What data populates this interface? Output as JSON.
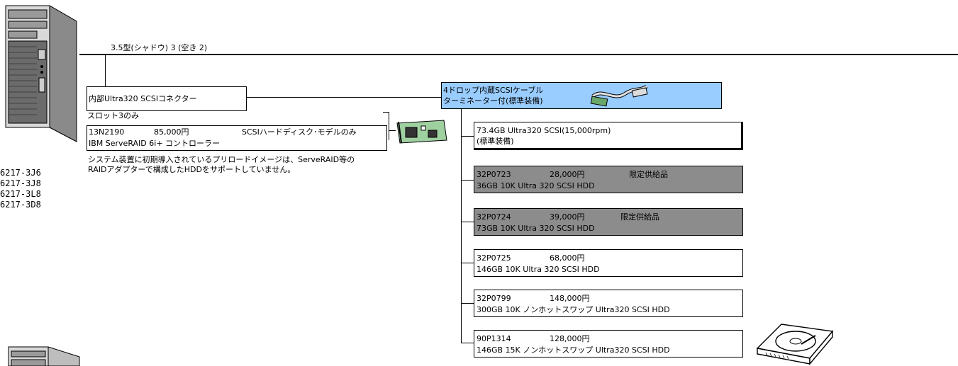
{
  "chassis_label": "3.5型(シャドウ) 3 (空き 2)",
  "connector_label": "内部Ultra320 SCSIコネクター",
  "cable": {
    "line1": "4ドロップ内蔵SCSIケーブル",
    "line2": "ターミネーター付(標準装備)"
  },
  "slot_label": "スロット3のみ",
  "raid": {
    "line1": {
      "part": "13N2190",
      "price": "85,000円",
      "note": "SCSIハードディスク･モデルのみ"
    },
    "line2": "IBM ServeRAID 6i+ コントローラー"
  },
  "note": {
    "line1": "システム装置に初期導入されているプリロードイメージは、ServeRAID等の",
    "line2": "RAIDアダプターで構成したHDDをサポートしていません。"
  },
  "models": [
    "6217-3J6",
    "6217-3J8",
    "6217-3L8",
    "6217-3D8"
  ],
  "std_drive": {
    "line1": "73.4GB Ultra320 SCSI(15,000rpm)",
    "line2": "(標準装備)"
  },
  "drives": [
    {
      "part": "32P0723",
      "price": "28,000円",
      "tag": "限定供給品",
      "desc": "36GB 10K Ultra 320 SCSI HDD"
    },
    {
      "part": "32P0724",
      "price": "39,000円",
      "tag": "限定供給品",
      "desc": "73GB 10K Ultra 320 SCSI HDD"
    },
    {
      "part": "32P0725",
      "price": "68,000円",
      "tag": "",
      "desc": "146GB 10K Ultra 320 SCSI HDD"
    },
    {
      "part": "32P0799",
      "price": "148,000円",
      "tag": "",
      "desc": "300GB 10K ノンホットスワップ Ultra320 SCSI HDD"
    },
    {
      "part": "90P1314",
      "price": "128,000円",
      "tag": "",
      "desc": "146GB 15K ノンホットスワップ Ultra320 SCSI HDD"
    }
  ],
  "colors": {
    "gray_box": "#8c8c8c",
    "cable_box": "#99ccff"
  },
  "icons": [
    "tower-server-icon",
    "scsi-cable-icon",
    "raid-card-icon",
    "hard-disk-icon"
  ]
}
